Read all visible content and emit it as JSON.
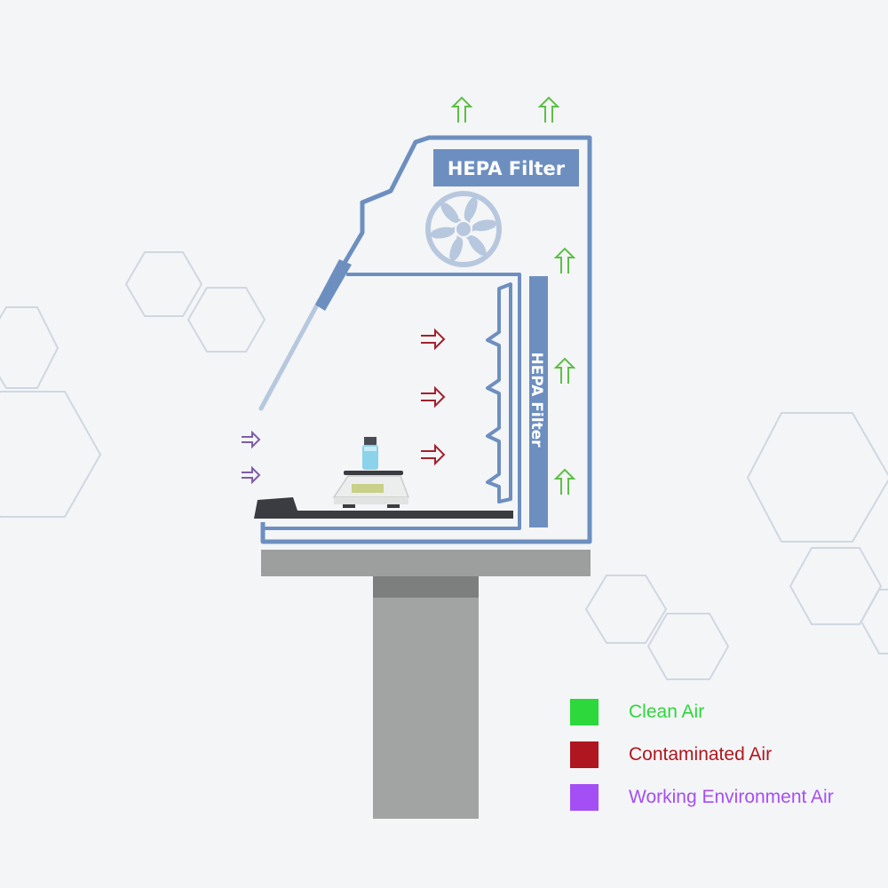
{
  "diagram": {
    "top_filter_label": "HEPA Filter",
    "side_filter_label": "HEPA Filter",
    "colors": {
      "cabinet_outline": "#6d8fc0",
      "filter_fill": "#6d8fc0",
      "sash": "#b7c8de",
      "fan": "#b7c8de",
      "clean_arrow": "#5cbf45",
      "contaminated_arrow": "#a3202e",
      "working_arrow": "#7d5ea8",
      "table_top": "#9d9f9e",
      "table_leg": "#a2a4a3",
      "hexagon_stroke": "#cfd7e2"
    },
    "icons": {
      "fan": "fan-icon",
      "sample_bottle": "bottle-icon",
      "scale": "scale-icon",
      "arrow": "double-arrow-icon"
    }
  },
  "legend": {
    "items": [
      {
        "label": "Clean Air",
        "color": "#2cd83b"
      },
      {
        "label": "Contaminated Air",
        "color": "#b0161f"
      },
      {
        "label": "Working Environment Air",
        "color": "#a44ff5"
      }
    ]
  }
}
